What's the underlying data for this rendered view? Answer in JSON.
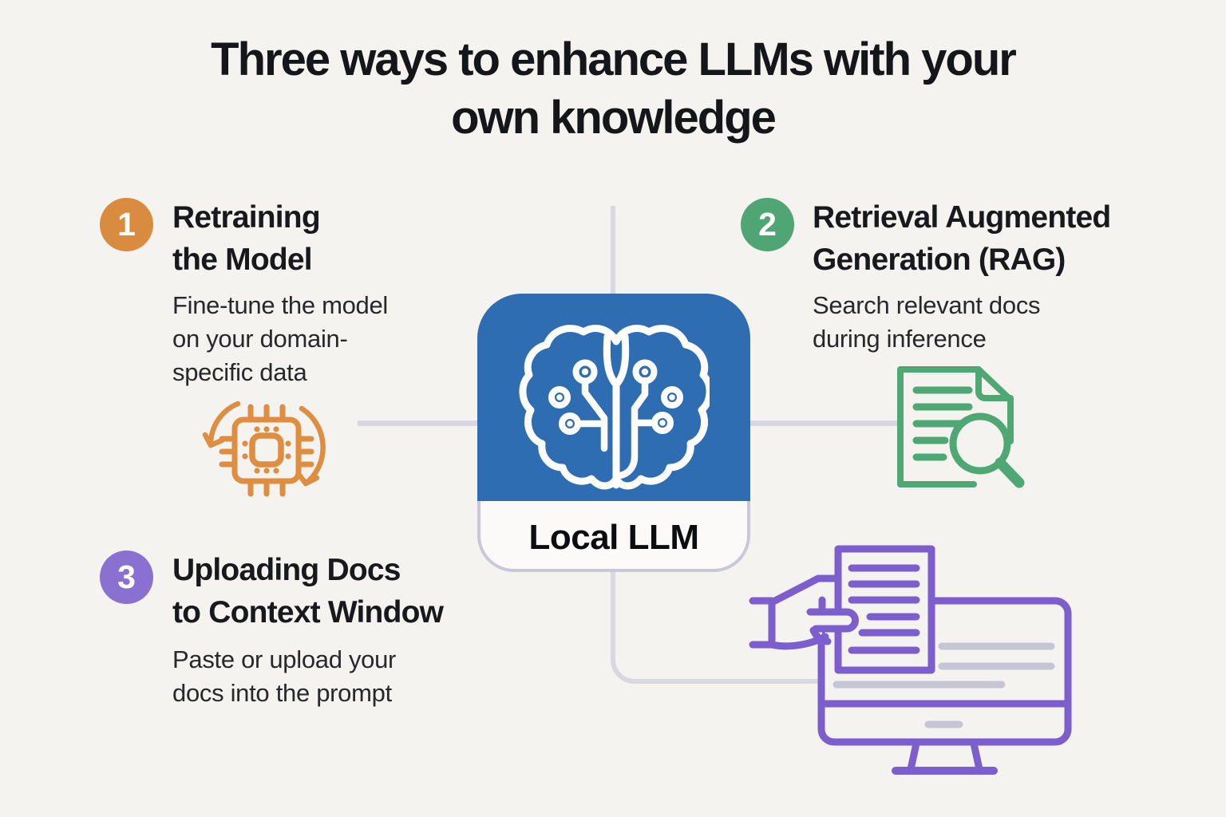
{
  "title": "Three ways to enhance LLMs with your\nown knowledge",
  "center": {
    "label": "Local LLM",
    "icon": "brain-circuit-icon",
    "box_color": "#2F6DB3"
  },
  "sections": [
    {
      "number": "1",
      "badge_color": "#D98C3F",
      "heading": "Retraining\nthe Model",
      "body": "Fine-tune the model\non your domain-\nspecific data",
      "icon": "chip-refresh-icon",
      "icon_color": "#DD8E41"
    },
    {
      "number": "2",
      "badge_color": "#4FA573",
      "heading": "Retrieval Augmented\nGeneration (RAG)",
      "body": "Search relevant docs\nduring inference",
      "icon": "document-search-icon",
      "icon_color": "#4FA873"
    },
    {
      "number": "3",
      "badge_color": "#8A70D1",
      "heading": "Uploading Docs\nto Context Window",
      "body": "Paste or upload your\ndocs into the prompt",
      "icon": "hand-document-monitor-icon",
      "icon_color": "#7C5FCC"
    }
  ],
  "colors": {
    "background": "#F5F3EF",
    "heading_text": "#17191D",
    "body_text": "#26282B",
    "connector": "#D9D8E0",
    "center_label_border": "#C9C8DA",
    "monitor_screen_lines": "#C6C5D6"
  }
}
